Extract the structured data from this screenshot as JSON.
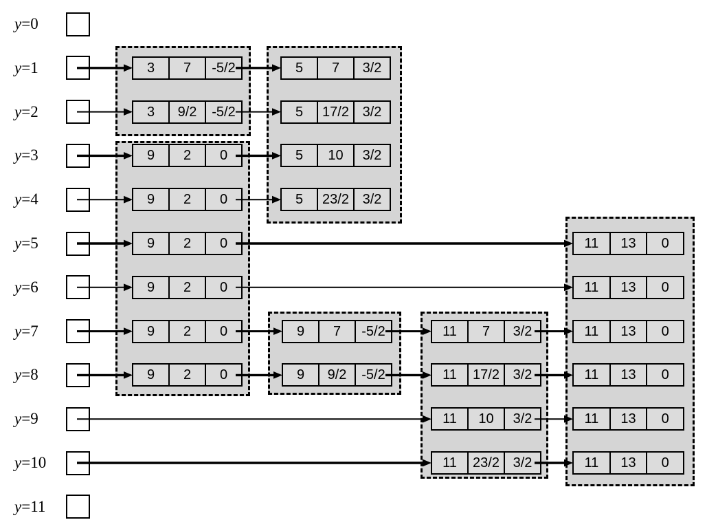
{
  "figure": {
    "title": "linked-list-buckets-diagram",
    "row_labels": [
      {
        "var": "y",
        "rest": "=0"
      },
      {
        "var": "y",
        "rest": "=1"
      },
      {
        "var": "y",
        "rest": "=2"
      },
      {
        "var": "y",
        "rest": "=3"
      },
      {
        "var": "y",
        "rest": "=4"
      },
      {
        "var": "y",
        "rest": "=5"
      },
      {
        "var": "y",
        "rest": "=6"
      },
      {
        "var": "y",
        "rest": "=7"
      },
      {
        "var": "y",
        "rest": "=8"
      },
      {
        "var": "y",
        "rest": "=9"
      },
      {
        "var": "y",
        "rest": "=10"
      },
      {
        "var": "y",
        "rest": "=11"
      }
    ],
    "heads": [
      {
        "row": 0
      },
      {
        "row": 1
      },
      {
        "row": 2
      },
      {
        "row": 3
      },
      {
        "row": 4
      },
      {
        "row": 5
      },
      {
        "row": 6
      },
      {
        "row": 7
      },
      {
        "row": 8
      },
      {
        "row": 9
      },
      {
        "row": 10
      },
      {
        "row": 11
      }
    ],
    "groups": [
      {
        "id": "g1",
        "nodes": [
          {
            "row": 1,
            "cells": [
              "3",
              "7",
              "-5/2"
            ]
          },
          {
            "row": 2,
            "cells": [
              "3",
              "9/2",
              "-5/2"
            ]
          }
        ]
      },
      {
        "id": "g2",
        "nodes": [
          {
            "row": 1,
            "cells": [
              "5",
              "7",
              "3/2"
            ]
          },
          {
            "row": 2,
            "cells": [
              "5",
              "17/2",
              "3/2"
            ]
          },
          {
            "row": 3,
            "cells": [
              "5",
              "10",
              "3/2"
            ]
          },
          {
            "row": 4,
            "cells": [
              "5",
              "23/2",
              "3/2"
            ]
          }
        ]
      },
      {
        "id": "g3",
        "nodes": [
          {
            "row": 3,
            "cells": [
              "9",
              "2",
              "0"
            ]
          },
          {
            "row": 4,
            "cells": [
              "9",
              "2",
              "0"
            ]
          },
          {
            "row": 5,
            "cells": [
              "9",
              "2",
              "0"
            ]
          },
          {
            "row": 6,
            "cells": [
              "9",
              "2",
              "0"
            ]
          },
          {
            "row": 7,
            "cells": [
              "9",
              "2",
              "0"
            ]
          },
          {
            "row": 8,
            "cells": [
              "9",
              "2",
              "0"
            ]
          }
        ]
      },
      {
        "id": "g4",
        "nodes": [
          {
            "row": 7,
            "cells": [
              "9",
              "7",
              "-5/2"
            ]
          },
          {
            "row": 8,
            "cells": [
              "9",
              "9/2",
              "-5/2"
            ]
          }
        ]
      },
      {
        "id": "g5",
        "nodes": [
          {
            "row": 7,
            "cells": [
              "11",
              "7",
              "3/2"
            ]
          },
          {
            "row": 8,
            "cells": [
              "11",
              "17/2",
              "3/2"
            ]
          },
          {
            "row": 9,
            "cells": [
              "11",
              "10",
              "3/2"
            ]
          },
          {
            "row": 10,
            "cells": [
              "11",
              "23/2",
              "3/2"
            ]
          }
        ]
      },
      {
        "id": "g6",
        "nodes": [
          {
            "row": 5,
            "cells": [
              "11",
              "13",
              "0"
            ]
          },
          {
            "row": 6,
            "cells": [
              "11",
              "13",
              "0"
            ]
          },
          {
            "row": 7,
            "cells": [
              "11",
              "13",
              "0"
            ]
          },
          {
            "row": 8,
            "cells": [
              "11",
              "13",
              "0"
            ]
          },
          {
            "row": 9,
            "cells": [
              "11",
              "13",
              "0"
            ]
          },
          {
            "row": 10,
            "cells": [
              "11",
              "13",
              "0"
            ]
          }
        ]
      }
    ],
    "links": [
      {
        "row": 1,
        "from": "head",
        "to": "g1"
      },
      {
        "row": 1,
        "from": "g1",
        "to": "g2"
      },
      {
        "row": 2,
        "from": "head",
        "to": "g1"
      },
      {
        "row": 2,
        "from": "g1",
        "to": "g2"
      },
      {
        "row": 3,
        "from": "head",
        "to": "g3"
      },
      {
        "row": 3,
        "from": "g3",
        "to": "g2"
      },
      {
        "row": 4,
        "from": "head",
        "to": "g3"
      },
      {
        "row": 4,
        "from": "g3",
        "to": "g2"
      },
      {
        "row": 5,
        "from": "head",
        "to": "g3"
      },
      {
        "row": 5,
        "from": "g3",
        "to": "g6"
      },
      {
        "row": 6,
        "from": "head",
        "to": "g3"
      },
      {
        "row": 6,
        "from": "g3",
        "to": "g6"
      },
      {
        "row": 7,
        "from": "head",
        "to": "g3"
      },
      {
        "row": 7,
        "from": "g3",
        "to": "g4"
      },
      {
        "row": 7,
        "from": "g4",
        "to": "g5"
      },
      {
        "row": 7,
        "from": "g5",
        "to": "g6"
      },
      {
        "row": 8,
        "from": "head",
        "to": "g3"
      },
      {
        "row": 8,
        "from": "g3",
        "to": "g4"
      },
      {
        "row": 8,
        "from": "g4",
        "to": "g5"
      },
      {
        "row": 8,
        "from": "g5",
        "to": "g6"
      },
      {
        "row": 9,
        "from": "head",
        "to": "g5"
      },
      {
        "row": 9,
        "from": "g5",
        "to": "g6"
      },
      {
        "row": 10,
        "from": "head",
        "to": "g5"
      },
      {
        "row": 10,
        "from": "g5",
        "to": "g6"
      }
    ]
  },
  "colors": {
    "background": "#ffffff",
    "group_fill": "#d5d5d5",
    "node_fill": "#dcdcdc",
    "line": "#000000",
    "head_fill": "#ffffff"
  }
}
